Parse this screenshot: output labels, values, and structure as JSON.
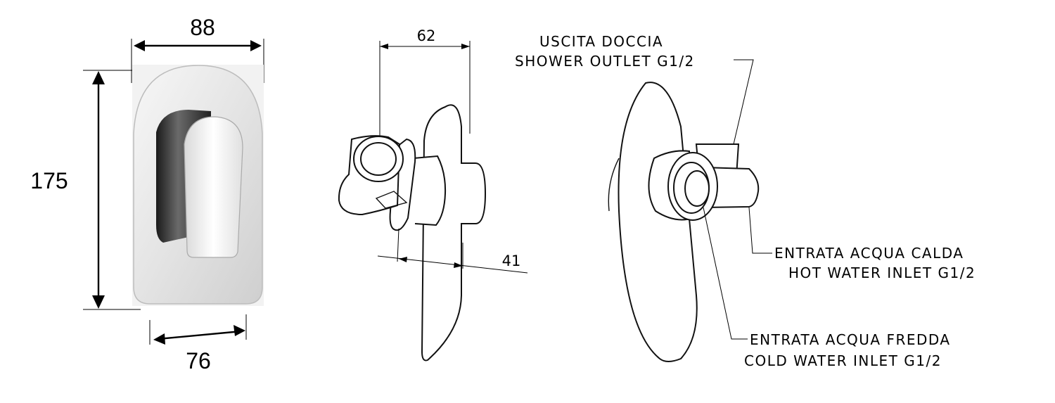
{
  "dimensions": {
    "plate_width": "88",
    "plate_height": "175",
    "plate_bottom_width": "76",
    "body_depth": "62",
    "projection": "41"
  },
  "labels": {
    "shower_outlet_it": "USCITA DOCCIA",
    "shower_outlet_en": "SHOWER OUTLET G1/2",
    "hot_inlet_it": "ENTRATA ACQUA CALDA",
    "hot_inlet_en": "HOT WATER INLET G1/2",
    "cold_inlet_it": "ENTRATA ACQUA FREDDA",
    "cold_inlet_en": "COLD WATER INLET G1/2"
  }
}
